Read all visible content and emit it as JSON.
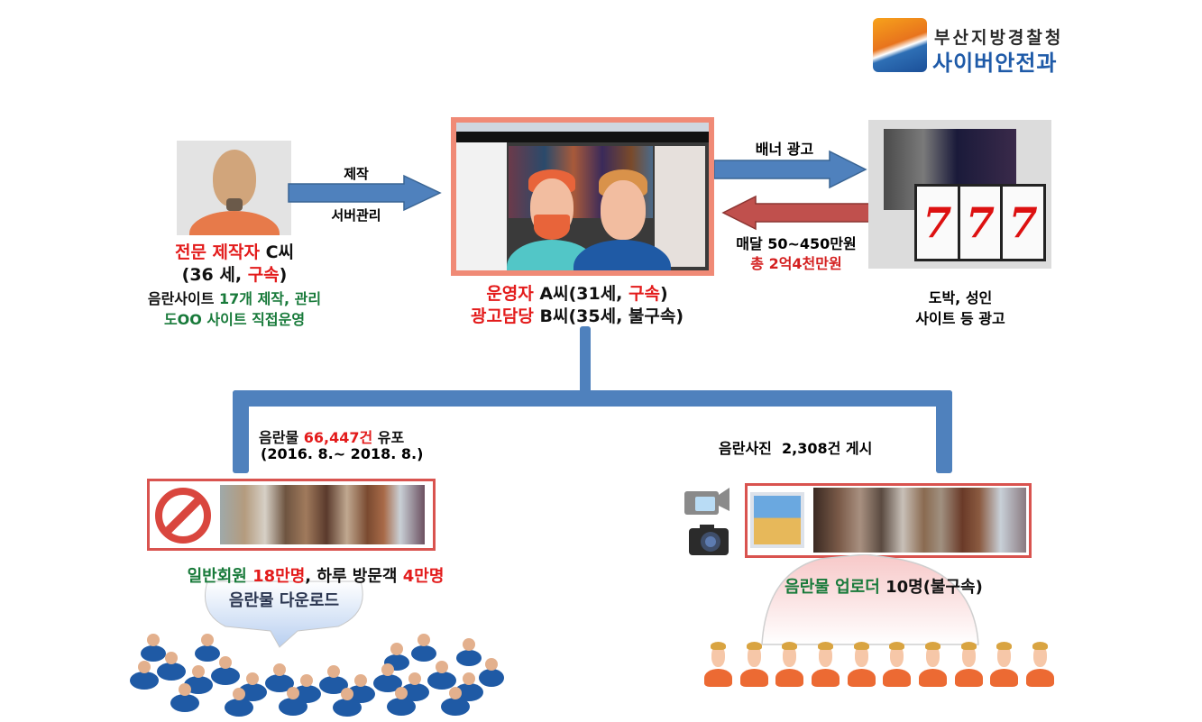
{
  "logo": {
    "line1": "부산지방경찰청",
    "line2": "사이버안전과",
    "emblem_icon": "police-emblem-icon",
    "colors": {
      "line1": "#2a2a2a",
      "line2": "#1e5aa8"
    }
  },
  "producer": {
    "avatar_icon": "bald-man-avatar-icon",
    "title_red": "전문 제작자",
    "title_black": " C씨",
    "age_open": "(36 세, ",
    "status_red": "구속",
    "age_close": ")",
    "desc1_black": "음란사이트 ",
    "desc1_green": "17개 제작, 관리",
    "desc2_green": "도OO 사이트 직접운영"
  },
  "arrow_producer_to_operator": {
    "label_top": "제작",
    "label_bottom": "서버관리",
    "color": "#4f81bd",
    "direction": "right"
  },
  "operator": {
    "screenshot_icon": "website-screenshot-with-two-men-icon",
    "line1_red": "운영자",
    "line1_black": " A씨(31세, ",
    "line1_status_red": "구속",
    "line1_close": ")",
    "line2_red": "광고담당",
    "line2_black": " B씨(35세, 불구속)"
  },
  "arrow_banner": {
    "label": "배너 광고",
    "color": "#4f81bd",
    "direction": "right"
  },
  "arrow_payment": {
    "label_black": "매달 50~450만원",
    "label_red": "총 2억4천만원",
    "color": "#c0504d",
    "direction": "left"
  },
  "advertiser": {
    "image_icon": "gambling-slot-machine-ad-icon",
    "slot_symbols": [
      "7",
      "7",
      "7"
    ],
    "line1": "도박, 성인",
    "line2": "사이트 등 광고"
  },
  "distribution_left": {
    "label_black": "음란물 ",
    "count_red": "66,447건",
    "label_suffix": " 유포",
    "period": "(2016. 8.~ 2018. 8.)",
    "prohibited_icon": "no-entry-icon",
    "members_green": "일반회원 ",
    "members_red": "18만명",
    "visitors_black": ", 하루 방문객 ",
    "visitors_red": "4만명",
    "download_label": "음란물 다운로드",
    "crowd_icon": "crowd-of-users-icon"
  },
  "distribution_right": {
    "label": "음란사진  2,308건 게시",
    "camcorder_icon": "camcorder-icon",
    "camera_icon": "camera-icon",
    "photo_icon": "photo-icon",
    "uploaders_green": "음란물 업로더",
    "uploaders_black": " 10명(불구속)",
    "uploader_count": 10,
    "uploader_icon": "uploader-person-icon"
  },
  "colors": {
    "connector_blue": "#4f81bd",
    "frame_red": "#d9534f",
    "text_red": "#e31b1b",
    "text_green": "#187a3a"
  }
}
